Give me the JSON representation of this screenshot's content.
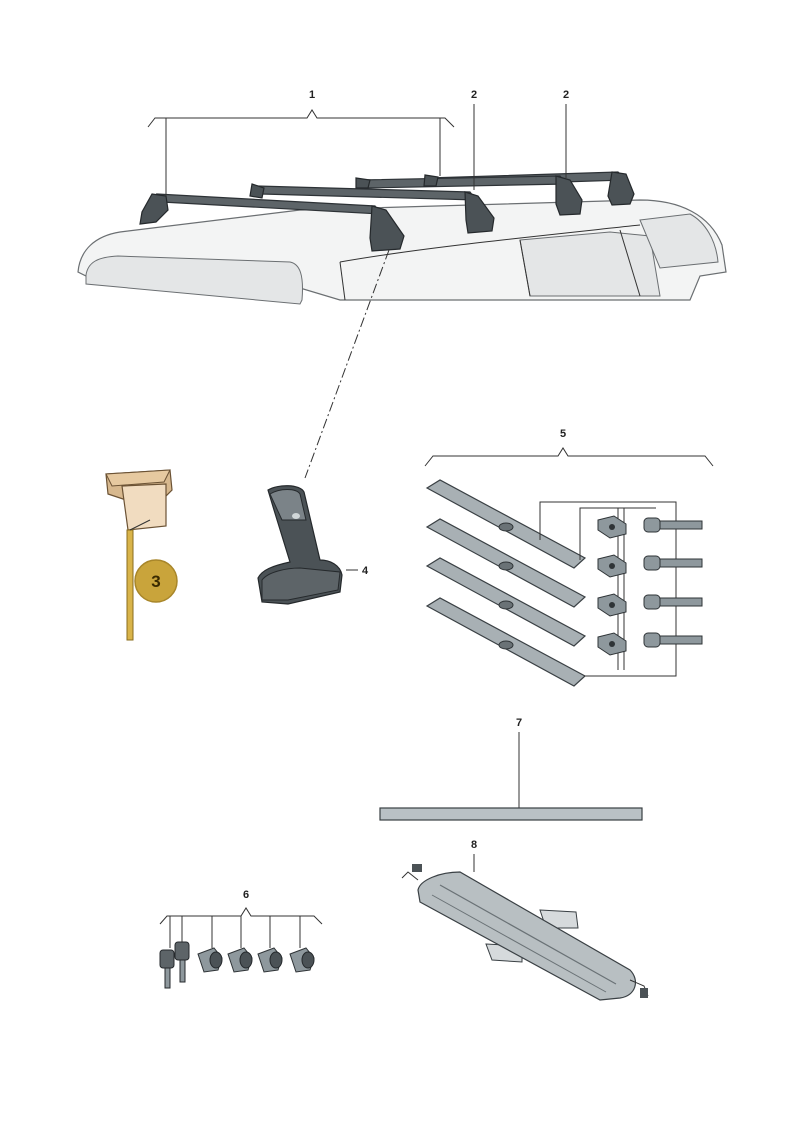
{
  "callouts": {
    "c1": "1",
    "c2a": "2",
    "c2b": "2",
    "c3": "3",
    "c4": "4",
    "c5": "5",
    "c6": "6",
    "c7": "7",
    "c8": "8"
  },
  "colors": {
    "badge": "#c9a43b",
    "badge_border": "#a8862a",
    "bar": "#5d6468",
    "note_paper": "#f1dcc0"
  }
}
